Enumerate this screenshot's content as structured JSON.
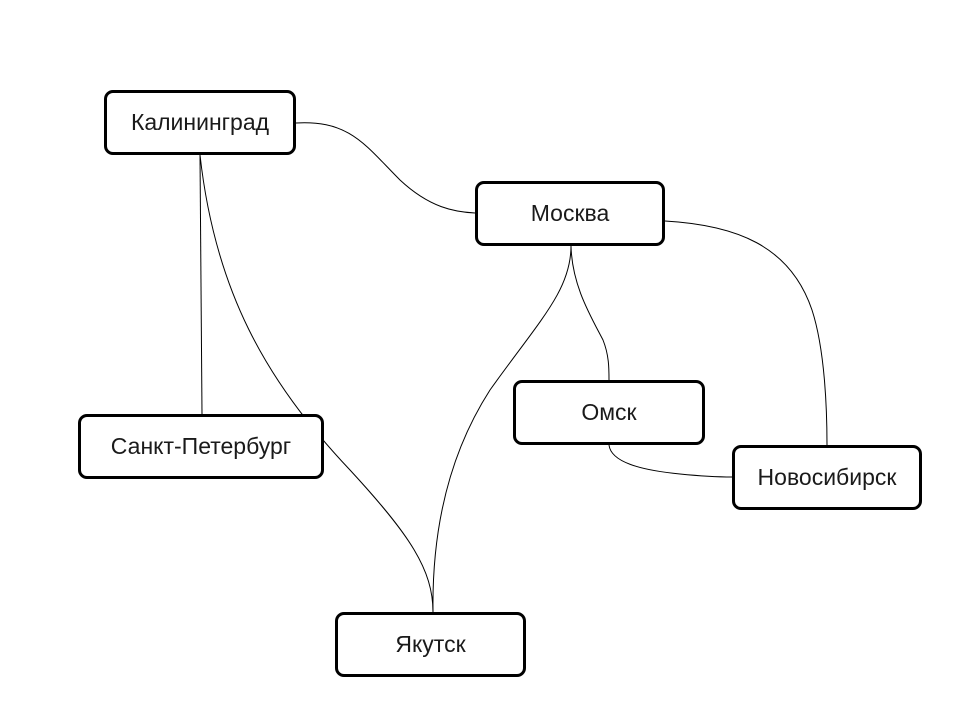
{
  "colors": {
    "node_border": "#000000",
    "node_fill": "#ffffff",
    "edge": "#000000",
    "text": "#1a1a1a"
  },
  "nodes": {
    "kaliningrad": {
      "label": "Калининград"
    },
    "moskva": {
      "label": "Москва"
    },
    "omsk": {
      "label": "Омск"
    },
    "novosibirsk": {
      "label": "Новосибирск"
    },
    "spb": {
      "label": "Санкт-Петербург"
    },
    "yakutsk": {
      "label": "Якутск"
    }
  },
  "edges": [
    {
      "from": "Калининград",
      "to": "Москва"
    },
    {
      "from": "Калининград",
      "to": "Санкт-Петербург"
    },
    {
      "from": "Калининград",
      "to": "Якутск"
    },
    {
      "from": "Москва",
      "to": "Якутск"
    },
    {
      "from": "Москва",
      "to": "Омск"
    },
    {
      "from": "Москва",
      "to": "Новосибирск"
    },
    {
      "from": "Омск",
      "to": "Новосибирск"
    }
  ]
}
